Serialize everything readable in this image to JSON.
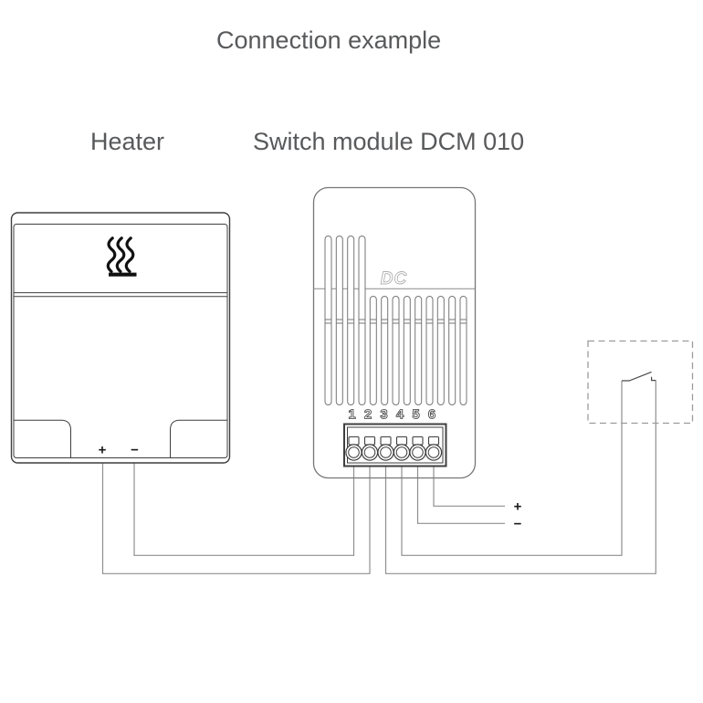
{
  "title": "Connection example",
  "labels": {
    "heater": "Heater",
    "module": "Switch module DCM 010"
  },
  "heater": {
    "plus_terminal": "+",
    "minus_terminal": "−"
  },
  "module": {
    "logo": "DC",
    "terminal_numbers": [
      "1",
      "2",
      "3",
      "4",
      "5",
      "6"
    ]
  },
  "power": {
    "plus": "+",
    "minus": "−"
  },
  "colors": {
    "text": "#58595b",
    "device_outline": "#3f3f3f",
    "module_outline": "#767676",
    "wire": "#8f8f8f",
    "dashed_box": "#9b9b9b",
    "icon": "#111111",
    "logo_outline": "#b0b0b0"
  }
}
